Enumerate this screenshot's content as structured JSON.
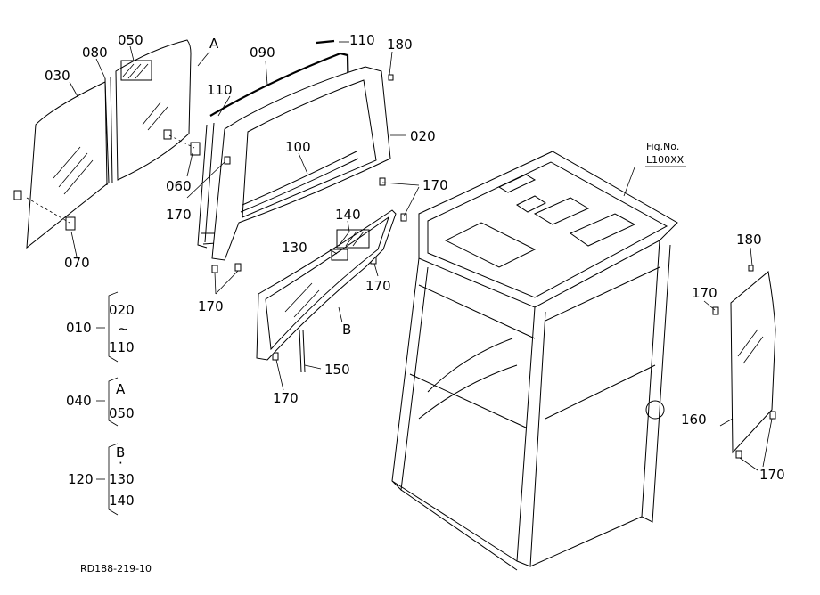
{
  "figure": {
    "fig_no_label": "Fig.No.",
    "fig_no_value": "L100XX",
    "drawing_code": "RD188-219-10"
  },
  "callouts": {
    "c030": "030",
    "c080": "080",
    "c050": "050",
    "cA": "A",
    "c090": "090",
    "c110_top": "110",
    "c180_top": "180",
    "c110_left": "110",
    "c020": "020",
    "c060": "060",
    "c100": "100",
    "c170_a": "170",
    "c170_b": "170",
    "c070": "070",
    "c140": "140",
    "c130": "130",
    "c170_c": "170",
    "c170_d": "170",
    "cB": "B",
    "c150": "150",
    "c170_e": "170",
    "c180_right": "180",
    "c170_f": "170",
    "c160": "160",
    "c170_g": "170"
  },
  "legend": {
    "g010": {
      "parent": "010",
      "items": [
        "020",
        "~",
        "110"
      ]
    },
    "g040": {
      "parent": "040",
      "items": [
        "A",
        "050"
      ]
    },
    "g120": {
      "parent": "120",
      "items": [
        "B",
        "·",
        "130",
        "140"
      ]
    }
  }
}
